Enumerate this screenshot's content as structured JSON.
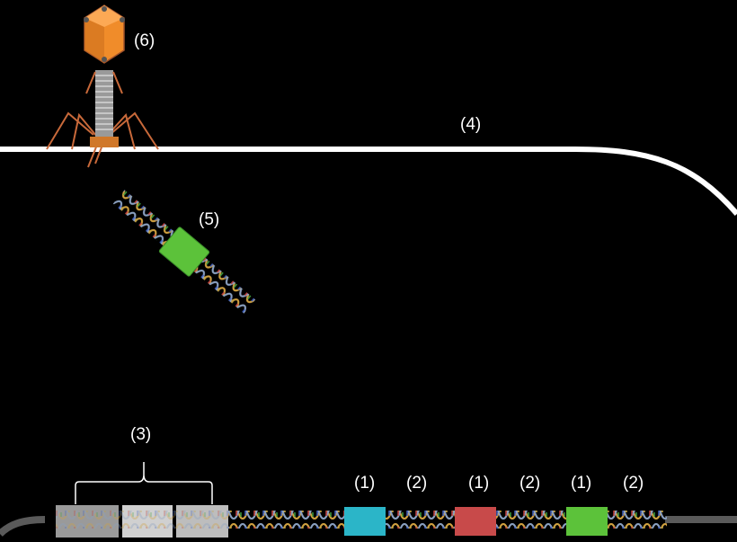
{
  "labels": {
    "repeat": "(1)",
    "spacer": "(2)",
    "cas_genes": "(3)",
    "membrane": "(4)",
    "injected_dna": "(5)",
    "phage": "(6)"
  },
  "colors": {
    "background": "#000000",
    "membrane": "#ffffff",
    "phage_head": "#f08c2a",
    "phage_legs": "#c8693a",
    "spacer_teal": "#2bb5c8",
    "spacer_red": "#c84a4a",
    "spacer_green": "#5cc23a",
    "cas_block": "#bdbdbd",
    "chromosome": "#5a5a5a"
  },
  "icons": {
    "phage": "bacteriophage-icon",
    "dna": "dna-helix-icon"
  }
}
